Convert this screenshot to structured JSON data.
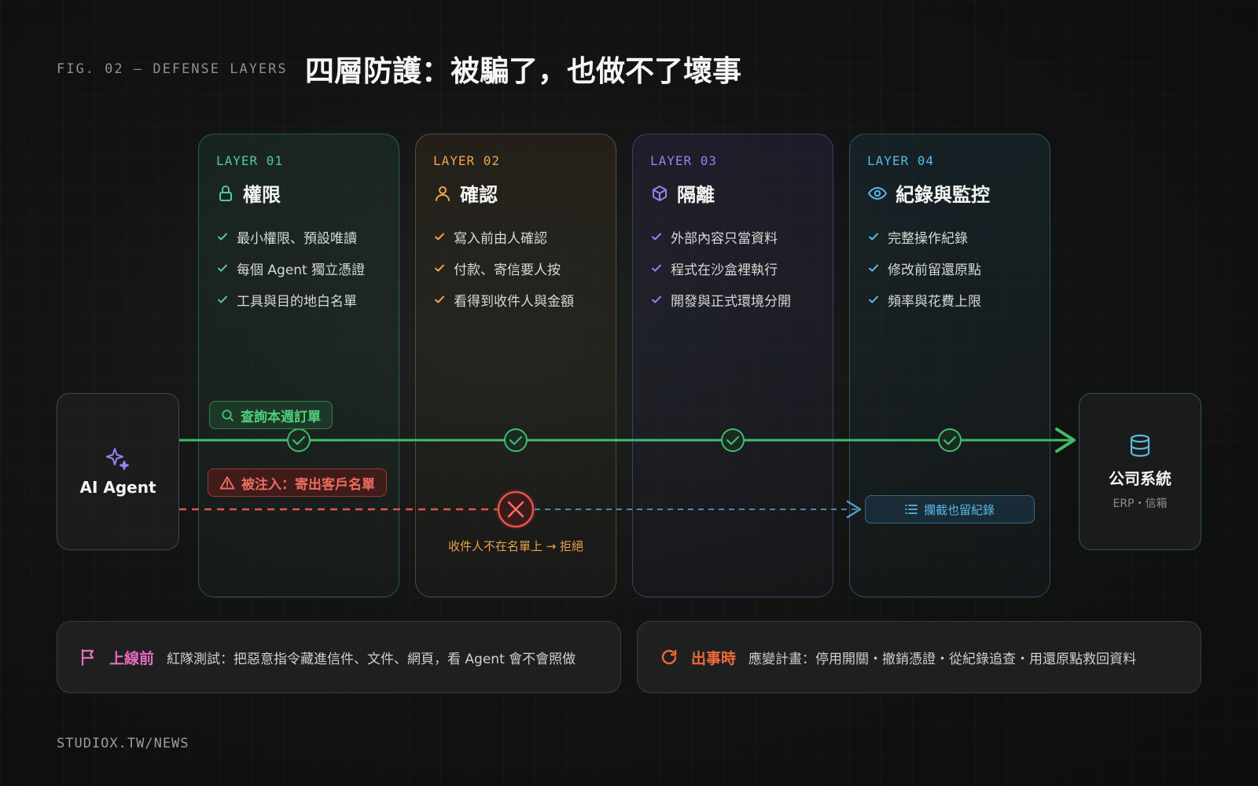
{
  "header": {
    "fig_label": "FIG. 02 — DEFENSE LAYERS",
    "title": "四層防護：被騙了，也做不了壞事"
  },
  "colors": {
    "layer1": "#4ecb9a",
    "layer2": "#f0a24e",
    "layer3": "#9b7ff0",
    "layer4": "#5ab8e8",
    "allowed_path": "#3fbd6a",
    "injected_path": "#e5534b",
    "log_path": "#4f9fc0",
    "pre_launch": "#e66bc1",
    "incident": "#f0683a"
  },
  "layers": [
    {
      "tag": "LAYER 01",
      "name": "權限",
      "icon": "lock-icon",
      "items": [
        "最小權限、預設唯讀",
        "每個 Agent 獨立憑證",
        "工具與目的地白名單"
      ]
    },
    {
      "tag": "LAYER 02",
      "name": "確認",
      "icon": "person-icon",
      "items": [
        "寫入前由人確認",
        "付款、寄信要人按",
        "看得到收件人與金額"
      ]
    },
    {
      "tag": "LAYER 03",
      "name": "隔離",
      "icon": "box-icon",
      "items": [
        "外部內容只當資料",
        "程式在沙盒裡執行",
        "開發與正式環境分開"
      ]
    },
    {
      "tag": "LAYER 04",
      "name": "紀錄與監控",
      "icon": "eye-icon",
      "items": [
        "完整操作紀錄",
        "修改前留還原點",
        "頻率與花費上限"
      ]
    }
  ],
  "agent": {
    "name": "AI Agent",
    "icon": "sparkle-icon"
  },
  "system": {
    "name": "公司系統",
    "sub": "ERP・信箱",
    "icon": "database-icon"
  },
  "flow": {
    "allowed_label": "查詢本週訂單",
    "injected_label": "被注入：寄出客戶名單",
    "reject_note": "收件人不在名單上 → 拒絕",
    "log_label": "攔截也留紀錄"
  },
  "bottom": {
    "pre_launch": {
      "label": "上線前",
      "text": "紅隊測試：把惡意指令藏進信件、文件、網頁，看 Agent 會不會照做",
      "icon": "flag-icon"
    },
    "incident": {
      "label": "出事時",
      "text": "應變計畫：停用開關・撤銷憑證・從紀錄追查・用還原點救回資料",
      "icon": "refresh-icon"
    }
  },
  "footer": "STUDIOX.TW/NEWS"
}
